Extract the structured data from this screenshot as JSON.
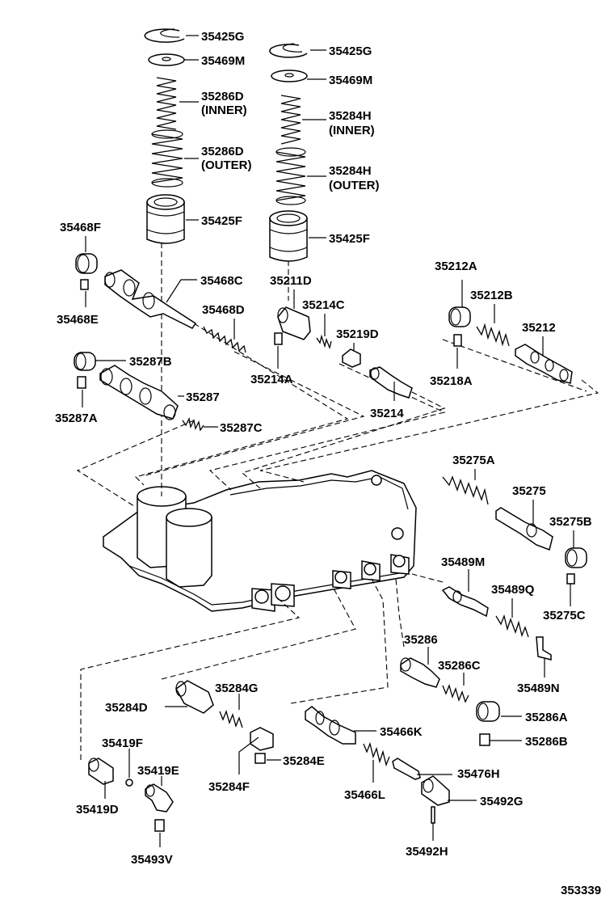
{
  "labels": [
    {
      "id": "l-35425G-a",
      "text": "35425G"
    },
    {
      "id": "l-35469M-a",
      "text": "35469M"
    },
    {
      "id": "l-35286D-a",
      "text": "35286D"
    },
    {
      "id": "l-inner-a",
      "text": "(INNER)"
    },
    {
      "id": "l-35286D-b",
      "text": "35286D"
    },
    {
      "id": "l-outer-a",
      "text": "(OUTER)"
    },
    {
      "id": "l-35425F-a",
      "text": "35425F"
    },
    {
      "id": "l-35425G-b",
      "text": "35425G"
    },
    {
      "id": "l-35469M-b",
      "text": "35469M"
    },
    {
      "id": "l-35284H-a",
      "text": "35284H"
    },
    {
      "id": "l-inner-b",
      "text": "(INNER)"
    },
    {
      "id": "l-35284H-b",
      "text": "35284H"
    },
    {
      "id": "l-outer-b",
      "text": "(OUTER)"
    },
    {
      "id": "l-35425F-b",
      "text": "35425F"
    },
    {
      "id": "l-35468F",
      "text": "35468F"
    },
    {
      "id": "l-35468C",
      "text": "35468C"
    },
    {
      "id": "l-35468E",
      "text": "35468E"
    },
    {
      "id": "l-35468D",
      "text": "35468D"
    },
    {
      "id": "l-35211D",
      "text": "35211D"
    },
    {
      "id": "l-35214C",
      "text": "35214C"
    },
    {
      "id": "l-35219D",
      "text": "35219D"
    },
    {
      "id": "l-35214A",
      "text": "35214A"
    },
    {
      "id": "l-35214",
      "text": "35214"
    },
    {
      "id": "l-35212A",
      "text": "35212A"
    },
    {
      "id": "l-35212B",
      "text": "35212B"
    },
    {
      "id": "l-35212",
      "text": "35212"
    },
    {
      "id": "l-35218A",
      "text": "35218A"
    },
    {
      "id": "l-35287B",
      "text": "35287B"
    },
    {
      "id": "l-35287",
      "text": "35287"
    },
    {
      "id": "l-35287A",
      "text": "35287A"
    },
    {
      "id": "l-35287C",
      "text": "35287C"
    },
    {
      "id": "l-35275A",
      "text": "35275A"
    },
    {
      "id": "l-35275",
      "text": "35275"
    },
    {
      "id": "l-35275B",
      "text": "35275B"
    },
    {
      "id": "l-35275C",
      "text": "35275C"
    },
    {
      "id": "l-35489M",
      "text": "35489M"
    },
    {
      "id": "l-35489Q",
      "text": "35489Q"
    },
    {
      "id": "l-35489N",
      "text": "35489N"
    },
    {
      "id": "l-35286",
      "text": "35286"
    },
    {
      "id": "l-35286C",
      "text": "35286C"
    },
    {
      "id": "l-35286A",
      "text": "35286A"
    },
    {
      "id": "l-35286B",
      "text": "35286B"
    },
    {
      "id": "l-35284G",
      "text": "35284G"
    },
    {
      "id": "l-35284D",
      "text": "35284D"
    },
    {
      "id": "l-35284E",
      "text": "35284E"
    },
    {
      "id": "l-35284F",
      "text": "35284F"
    },
    {
      "id": "l-35419F",
      "text": "35419F"
    },
    {
      "id": "l-35419E",
      "text": "35419E"
    },
    {
      "id": "l-35419D",
      "text": "35419D"
    },
    {
      "id": "l-35493V",
      "text": "35493V"
    },
    {
      "id": "l-35466K",
      "text": "35466K"
    },
    {
      "id": "l-35466L",
      "text": "35466L"
    },
    {
      "id": "l-35476H",
      "text": "35476H"
    },
    {
      "id": "l-35492G",
      "text": "35492G"
    },
    {
      "id": "l-35492H",
      "text": "35492H"
    },
    {
      "id": "l-ref",
      "text": "353339"
    }
  ]
}
